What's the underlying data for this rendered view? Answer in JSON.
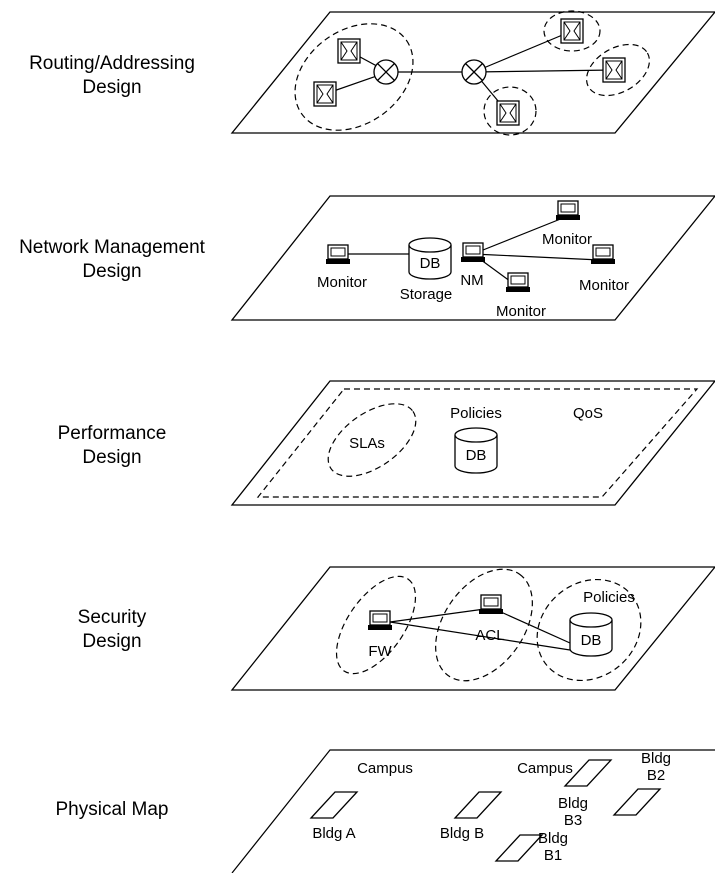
{
  "layers": {
    "routing": {
      "label_line1": "Routing/Addressing",
      "label_line2": "Design"
    },
    "netmgmt": {
      "label_line1": "Network Management",
      "label_line2": "Design",
      "monitor": "Monitor",
      "db": "DB",
      "storage": "Storage",
      "nm": "NM"
    },
    "performance": {
      "label_line1": "Performance",
      "label_line2": "Design",
      "slas": "SLAs",
      "policies": "Policies",
      "qos": "QoS",
      "db": "DB"
    },
    "security": {
      "label_line1": "Security",
      "label_line2": "Design",
      "fw": "FW",
      "acl": "ACL",
      "policies": "Policies",
      "db": "DB"
    },
    "physical": {
      "label": "Physical Map",
      "campus": "Campus",
      "bldg_a": "Bldg A",
      "bldg_b": "Bldg B",
      "bldg": "Bldg",
      "b1": "B1",
      "b2": "B2",
      "b3": "B3"
    }
  },
  "icons": {
    "switch": "switch-icon",
    "router": "router-icon",
    "computer": "computer-icon",
    "database": "database-icon"
  }
}
